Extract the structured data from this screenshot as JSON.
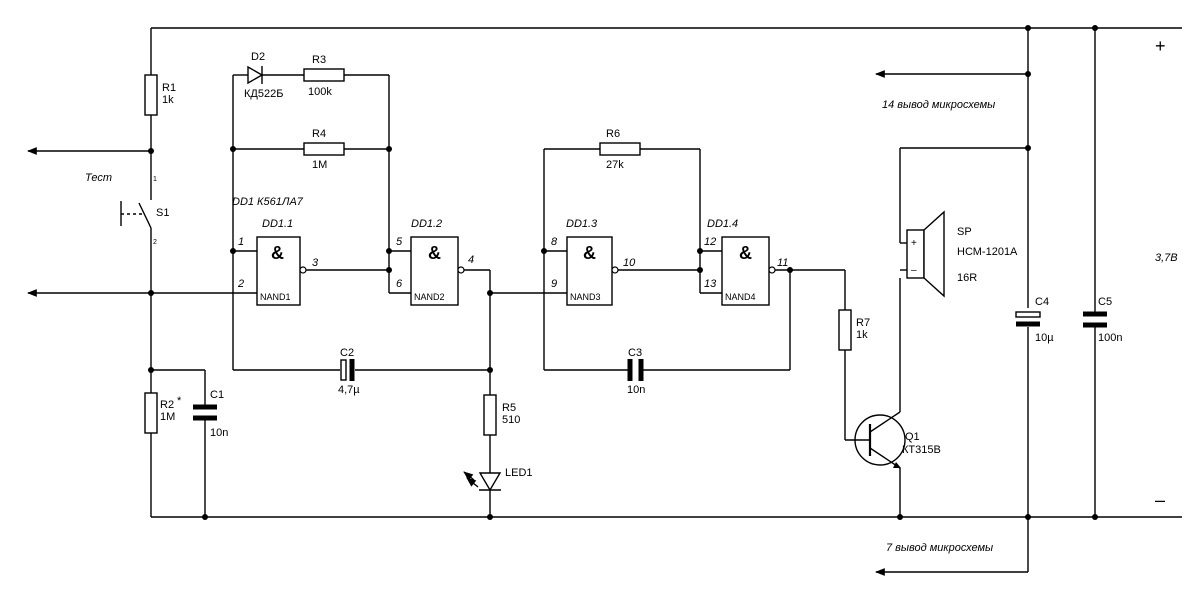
{
  "power": {
    "plus": "+",
    "minus": "–",
    "voltage": "3,7В"
  },
  "notes": {
    "pin14": "14 вывод микросхемы",
    "pin7": "7 вывод микросхемы"
  },
  "ic": {
    "title": "DD1 К561ЛА7"
  },
  "gates": [
    {
      "id": "DD1.1",
      "symbol": "&",
      "name": "NAND1",
      "in_a": "1",
      "in_b": "2",
      "out": "3"
    },
    {
      "id": "DD1.2",
      "symbol": "&",
      "name": "NAND2",
      "in_a": "5",
      "in_b": "6",
      "out": "4"
    },
    {
      "id": "DD1.3",
      "symbol": "&",
      "name": "NAND3",
      "in_a": "8",
      "in_b": "9",
      "out": "10"
    },
    {
      "id": "DD1.4",
      "symbol": "&",
      "name": "NAND4",
      "in_a": "12",
      "in_b": "13",
      "out": "11"
    }
  ],
  "components": {
    "r1": {
      "ref": "R1",
      "value": "1k"
    },
    "r2": {
      "ref": "R2",
      "star": "*",
      "value": "1M"
    },
    "r3": {
      "ref": "R3",
      "value": "100k"
    },
    "r4": {
      "ref": "R4",
      "value": "1M"
    },
    "r5": {
      "ref": "R5",
      "value": "510"
    },
    "r6": {
      "ref": "R6",
      "value": "27k"
    },
    "r7": {
      "ref": "R7",
      "value": "1k"
    },
    "c1": {
      "ref": "C1",
      "value": "10n"
    },
    "c2": {
      "ref": "C2",
      "value": "4,7µ"
    },
    "c3": {
      "ref": "C3",
      "value": "10n"
    },
    "c4": {
      "ref": "C4",
      "value": "10µ"
    },
    "c5": {
      "ref": "C5",
      "value": "100n"
    },
    "d2": {
      "ref": "D2",
      "value": "КД522Б"
    },
    "led1": {
      "ref": "LED1"
    },
    "q1": {
      "ref": "Q1",
      "value": "КТ315В"
    },
    "sp": {
      "ref": "SP",
      "value": "НСМ-1201А",
      "impedance": "16R",
      "plus": "+",
      "minus": "–"
    },
    "s1": {
      "ref": "S1",
      "label": "Тест",
      "pin1": "1",
      "pin2": "2"
    }
  }
}
